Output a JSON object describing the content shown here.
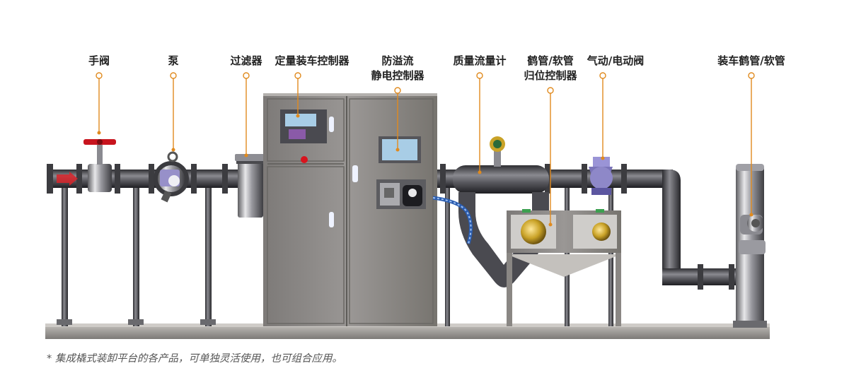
{
  "labels": {
    "hand_valve": "手阀",
    "pump": "泵",
    "filter": "过滤器",
    "batch_controller": "定量装车控制器",
    "overflow_line1": "防溢流",
    "overflow_line2": "静电控制器",
    "mass_flowmeter": "质量流量计",
    "arm_line1": "鹤管/软管",
    "arm_line2": "归位控制器",
    "pneumatic_valve": "气动/电动阀",
    "loading_arm": "装车鹤管/软管"
  },
  "note": "* 集成橇式装卸平台的各产品，可单独灵活使用，也可组合应用。",
  "colors": {
    "leader": "#e08a1e",
    "pipe": "#4a4a4e",
    "cabinet": "#8a8785",
    "screen": "#a8cde6",
    "valve_handwheel": "#c8141e",
    "brass": "#c9a227",
    "actuator": "#7a74b8"
  }
}
